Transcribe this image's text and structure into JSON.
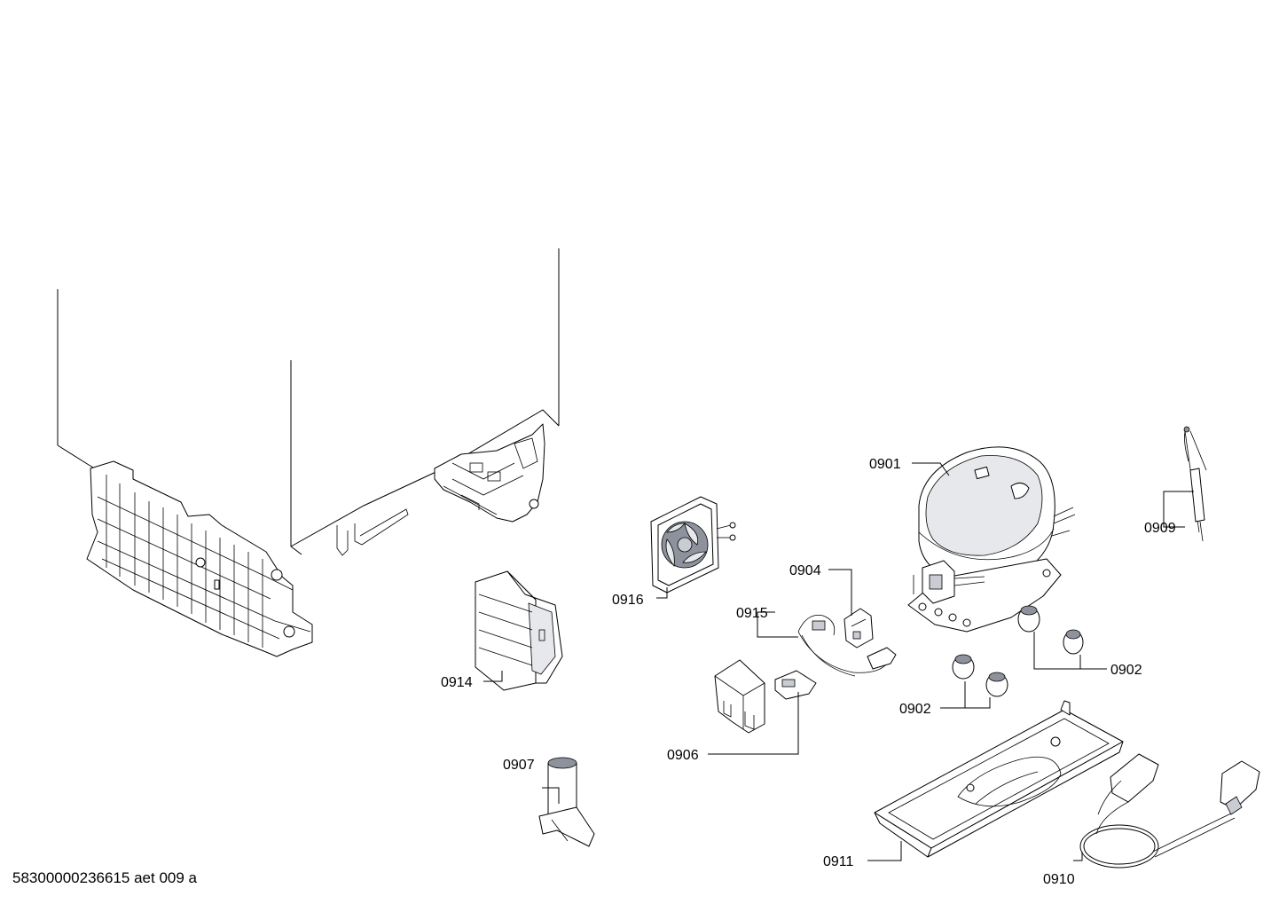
{
  "footer": {
    "drawing_id": "58300000236615 aet 009 a"
  },
  "labels": {
    "l0901": "0901",
    "l0902a": "0902",
    "l0902b": "0902",
    "l0904": "0904",
    "l0906": "0906",
    "l0907": "0907",
    "l0909": "0909",
    "l0910": "0910",
    "l0911": "0911",
    "l0914": "0914",
    "l0915": "0915",
    "l0916": "0916"
  }
}
